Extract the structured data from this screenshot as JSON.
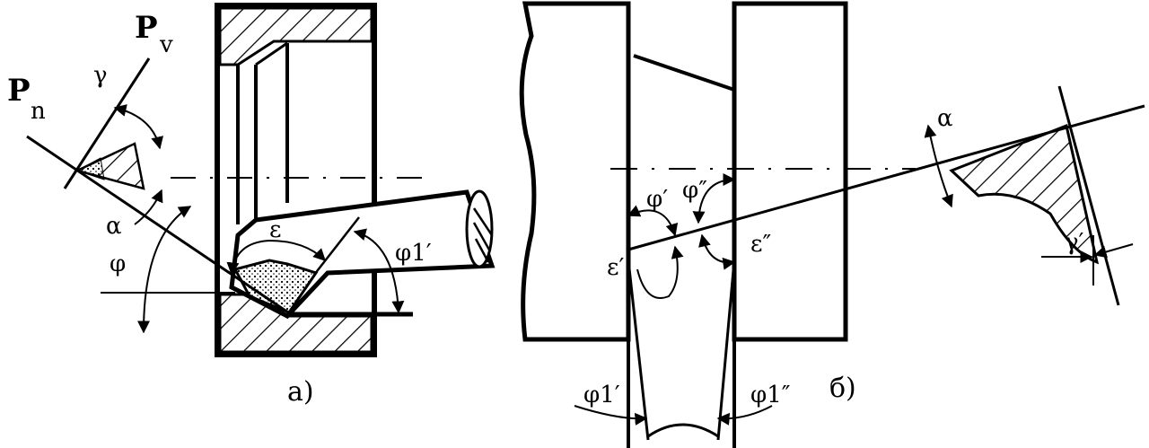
{
  "figure": {
    "background": "#ffffff",
    "ink": "#000000",
    "left_panel": {
      "force_v": {
        "main": "P",
        "sub": "v"
      },
      "force_n": {
        "main": "P",
        "sub": "n"
      },
      "gamma": "γ",
      "alpha": "α",
      "phi": "φ",
      "epsilon": "ε",
      "phi1": "φ1′",
      "caption": "а)"
    },
    "right_panel": {
      "phi_prime": "φ′",
      "phi_dprime": "φ″",
      "eps_prime": "ε′",
      "eps_dprime": "ε″",
      "phi1_left": "φ1′",
      "phi1_right": "φ1″",
      "caption": "б)"
    },
    "section_detail": {
      "alpha": "α",
      "gamma": "γ′"
    }
  }
}
